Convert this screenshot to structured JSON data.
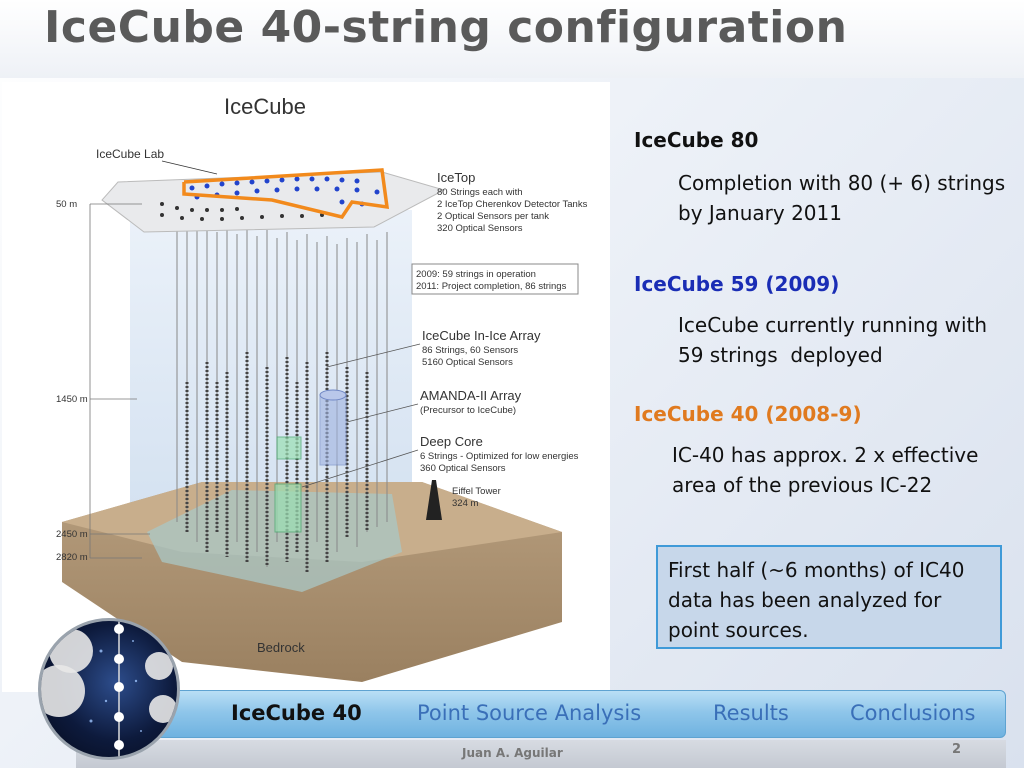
{
  "title": "IceCube 40-string configuration",
  "figure": {
    "heading": "IceCube",
    "lab_label": "IceCube Lab",
    "icetop": {
      "title": "IceTop",
      "line1": "80 Strings each with",
      "line2": "2 IceTop Cherenkov Detector Tanks",
      "line3": "2 Optical Sensors per tank",
      "line4": "320 Optical Sensors"
    },
    "status_box": {
      "line1": "2009: 59 strings in operation",
      "line2": "2011: Project completion, 86 strings"
    },
    "inice": {
      "title": "IceCube In-Ice Array",
      "line1": "86 Strings, 60 Sensors",
      "line2": "5160 Optical Sensors"
    },
    "amanda": {
      "title": "AMANDA-II Array",
      "line1": "(Precursor to IceCube)"
    },
    "deepcore": {
      "title": "Deep Core",
      "line1": "6 Strings - Optimized for low energies",
      "line2": "360 Optical Sensors"
    },
    "eiffel": {
      "line1": "Eiffel Tower",
      "line2": "324 m"
    },
    "depths": [
      "50 m",
      "1450 m",
      "2450 m",
      "2820 m"
    ],
    "bedrock": "Bedrock"
  },
  "sections": {
    "ic80": {
      "heading": "IceCube 80",
      "body1": "Completion with 80 (+ 6) strings",
      "body2": "by January 2011"
    },
    "ic59": {
      "heading": "IceCube 59 (2009)",
      "body1": "IceCube currently running with",
      "body2": "59 strings  deployed"
    },
    "ic40": {
      "heading": "IceCube 40 (2008-9)",
      "body1": "IC-40 has approx. 2 x effective",
      "body2": "area of the previous IC-22"
    }
  },
  "callout": {
    "line1": "First half (~6 months) of IC40",
    "line2": "data has been analyzed for",
    "line3": "point sources."
  },
  "nav": {
    "items": [
      "IceCube 40",
      "Point Source Analysis",
      "Results",
      "Conclusions"
    ]
  },
  "footer": {
    "author": "Juan A. Aguilar",
    "page": "2"
  },
  "colors": {
    "ic59_heading": "#1a2db5",
    "ic40_heading": "#e07a1f",
    "callout_bg": "#c7d7ea",
    "callout_border": "#3f9ad8",
    "nav_active": "#111111",
    "nav_inactive": "#3a6fb8"
  }
}
